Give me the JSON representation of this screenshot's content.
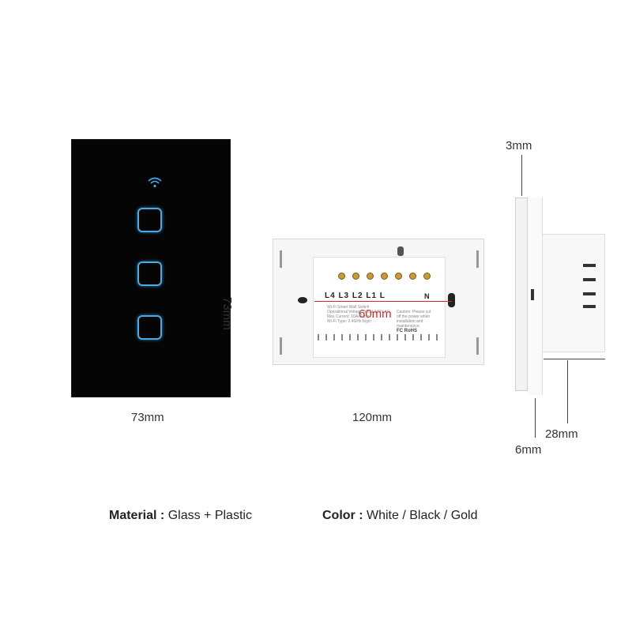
{
  "dimensions": {
    "front_width": "73mm",
    "front_height": "73mm",
    "back_width": "120mm",
    "back_screw_spacing": "60mm",
    "side_thickness_top": "3mm",
    "side_thickness_bottom": "6mm",
    "side_depth": "28mm"
  },
  "back_panel": {
    "terminal_labels": "L4 L3 L2 L1   L",
    "terminal_n": "N",
    "label_title": "Wi-Fi Smart Wall Switch",
    "label_lines": [
      "Operational Voltage: 100V-240V AC",
      "Max Current: 10A/Gang",
      "Wi-Fi Type: 2.4GHz b/g/n"
    ],
    "label_caution": "Caution: Please cut off the power when installation and maintenance.",
    "cert_marks": "FC  RoHS"
  },
  "specs": {
    "material_key": "Material :",
    "material_value": " Glass + Plastic",
    "color_key": "Color :",
    "color_value": " White / Black /  Gold"
  },
  "colors": {
    "panel": "#050505",
    "touch_ring": "#4aa9e8",
    "dimension_red": "#d12a2a",
    "terminal_screw": "#c79a3a"
  },
  "icons": {
    "wifi": "wifi-icon"
  }
}
